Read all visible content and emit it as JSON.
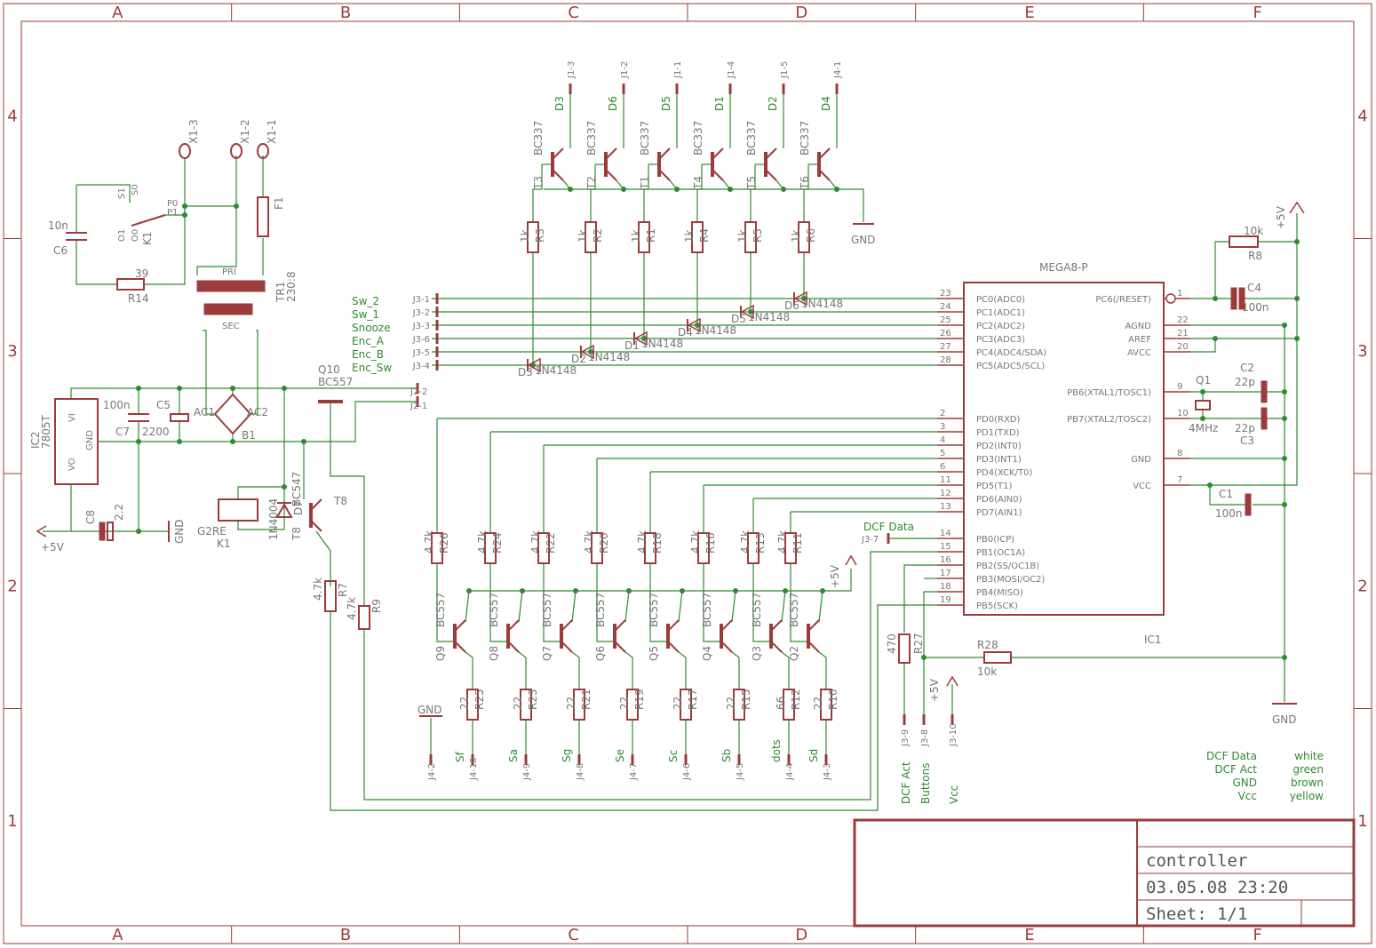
{
  "frame": {
    "columns": [
      "A",
      "B",
      "C",
      "D",
      "E",
      "F"
    ],
    "rows": [
      "4",
      "3",
      "2",
      "1"
    ]
  },
  "title_block": {
    "title": "controller",
    "date": "03.05.08 23:20",
    "sheet": "Sheet: 1/1"
  },
  "mcu": {
    "name": "MEGA8-P",
    "ref": "IC1",
    "left_pins": [
      {
        "num": "23",
        "name": "PC0(ADC0)"
      },
      {
        "num": "24",
        "name": "PC1(ADC1)"
      },
      {
        "num": "25",
        "name": "PC2(ADC2)"
      },
      {
        "num": "26",
        "name": "PC3(ADC3)"
      },
      {
        "num": "27",
        "name": "PC4(ADC4/SDA)"
      },
      {
        "num": "28",
        "name": "PC5(ADC5/SCL)"
      },
      {
        "num": "2",
        "name": "PD0(RXD)"
      },
      {
        "num": "3",
        "name": "PD1(TXD)"
      },
      {
        "num": "4",
        "name": "PD2(INT0)"
      },
      {
        "num": "5",
        "name": "PD3(INT1)"
      },
      {
        "num": "6",
        "name": "PD4(XCK/T0)"
      },
      {
        "num": "11",
        "name": "PD5(T1)"
      },
      {
        "num": "12",
        "name": "PD6(AIN0)"
      },
      {
        "num": "13",
        "name": "PD7(AIN1)"
      },
      {
        "num": "14",
        "name": "PB0(ICP)"
      },
      {
        "num": "15",
        "name": "PB1(OC1A)"
      },
      {
        "num": "16",
        "name": "PB2(SS/OC1B)"
      },
      {
        "num": "17",
        "name": "PB3(MOSI/OC2)"
      },
      {
        "num": "18",
        "name": "PB4(MISO)"
      },
      {
        "num": "19",
        "name": "PB5(SCK)"
      }
    ],
    "right_pins": [
      {
        "num": "1",
        "name": "PC6(/RESET)"
      },
      {
        "num": "22",
        "name": "AGND"
      },
      {
        "num": "21",
        "name": "AREF"
      },
      {
        "num": "20",
        "name": "AVCC"
      },
      {
        "num": "9",
        "name": "PB6(XTAL1/TOSC1)"
      },
      {
        "num": "10",
        "name": "PB7(XTAL2/TOSC2)"
      },
      {
        "num": "8",
        "name": "GND"
      },
      {
        "num": "7",
        "name": "VCC"
      }
    ]
  },
  "digit_drivers": [
    {
      "t": "T3",
      "r": "R3",
      "net": "D3",
      "conn": "J1-3",
      "diode": "D3"
    },
    {
      "t": "T2",
      "r": "R2",
      "net": "D6",
      "conn": "J1-2",
      "diode": "D2"
    },
    {
      "t": "T1",
      "r": "R1",
      "net": "D5",
      "conn": "J1-1",
      "diode": "D1"
    },
    {
      "t": "T4",
      "r": "R4",
      "net": "D1",
      "conn": "J1-4",
      "diode": "D4"
    },
    {
      "t": "T5",
      "r": "R5",
      "net": "D2",
      "conn": "J1-5",
      "diode": "D5"
    },
    {
      "t": "T6",
      "r": "R6",
      "net": "D4",
      "conn": "J4-1",
      "diode": "D6"
    }
  ],
  "digit_common": {
    "transistor": "BC337",
    "resistor": "1k",
    "diode_type": "1N4148",
    "gnd": "GND"
  },
  "inputs": [
    {
      "conn": "J3-1",
      "net": "Sw_2"
    },
    {
      "conn": "J3-2",
      "net": "Sw_1"
    },
    {
      "conn": "J3-3",
      "net": "Snooze"
    },
    {
      "conn": "J3-6",
      "net": "Enc_A"
    },
    {
      "conn": "J3-5",
      "net": "Enc_B"
    },
    {
      "conn": "J3-4",
      "net": "Enc_Sw"
    }
  ],
  "segment_drivers": [
    {
      "q": "Q9",
      "rb": "R26",
      "re": "R25",
      "rev": "22",
      "seg": "Sf",
      "conn": "J4-10"
    },
    {
      "q": "Q8",
      "rb": "R24",
      "re": "R23",
      "rev": "22",
      "seg": "Sa",
      "conn": "J4-9"
    },
    {
      "q": "Q7",
      "rb": "R22",
      "re": "R21",
      "rev": "22",
      "seg": "Sg",
      "conn": "J4-8"
    },
    {
      "q": "Q6",
      "rb": "R20",
      "re": "R19",
      "rev": "22",
      "seg": "Se",
      "conn": "J4-7"
    },
    {
      "q": "Q5",
      "rb": "R18",
      "re": "R17",
      "rev": "22",
      "seg": "Sc",
      "conn": "J4-6"
    },
    {
      "q": "Q4",
      "rb": "R16",
      "re": "R15",
      "rev": "22",
      "seg": "Sb",
      "conn": "J4-5"
    },
    {
      "q": "Q3",
      "rb": "R13",
      "re": "R12",
      "rev": "66",
      "seg": "dots",
      "conn": "J4-4"
    },
    {
      "q": "Q2",
      "rb": "R11",
      "re": "R10",
      "rev": "22",
      "seg": "Sd",
      "conn": "J4-3"
    }
  ],
  "segment_common": {
    "transistor": "BC557",
    "base_res": "4.7k",
    "gnd_conn": "J4-2",
    "gnd": "GND",
    "vcc": "+5V"
  },
  "power": {
    "ic2": "IC2",
    "ic2_type": "7805T",
    "ic2_pins": {
      "vi": "VI",
      "gnd": "GND",
      "vo": "VO"
    },
    "c7": "C7",
    "c7v": "100n",
    "c5": "C5",
    "c5v": "2200",
    "c8": "C8",
    "c8v": "2.2",
    "b1": "B1",
    "ac1": "AC1",
    "ac2": "AC2",
    "tr1": "TR1",
    "tr1v": "230:8",
    "pri": "PRI",
    "sec": "SEC",
    "f1": "F1",
    "c6": "C6",
    "c6v": "10n",
    "r14": "R14",
    "r14v": "39",
    "k1": "K1",
    "g2re": "G2RE",
    "d7": "D7",
    "d7v": "1N4004",
    "t8": "T8",
    "t8v": "BC547",
    "q10": "Q10",
    "q10v": "BC557",
    "r7": "R7",
    "r7v": "4.7k",
    "r9": "R9",
    "r9v": "4.7k",
    "x1": [
      "X1-3",
      "X1-2",
      "X1-1"
    ],
    "j2": [
      "J2-2",
      "J2-1"
    ],
    "gnd": "GND",
    "vcc": "+5V",
    "relay_contacts": [
      "S1",
      "S0",
      "P0",
      "P1",
      "O1",
      "O0"
    ]
  },
  "misc": {
    "r8": "R8",
    "r8v": "10k",
    "c4": "C4",
    "c4v": "100n",
    "q1": "Q1",
    "q1v": "4MHz",
    "c2": "C2",
    "c2v": "22p",
    "c3": "C3",
    "c3v": "22p",
    "c1": "C1",
    "c1v": "100n",
    "r27": "R27",
    "r27v": "470",
    "r28": "R28",
    "r28v": "10k",
    "dcf_label": "DCF Data",
    "dcf_conn": "J3-7",
    "j3_bottom": [
      "J3-9",
      "J3-8",
      "J3-10"
    ],
    "bottom_labels": [
      "DCF Act",
      "Buttons",
      "Vcc"
    ],
    "gnd": "GND",
    "vcc": "+5V"
  },
  "legend": [
    {
      "net": "DCF Data",
      "color": "white"
    },
    {
      "net": "DCF Act",
      "color": "green"
    },
    {
      "net": "GND",
      "color": "brown"
    },
    {
      "net": "Vcc",
      "color": "yellow"
    }
  ]
}
